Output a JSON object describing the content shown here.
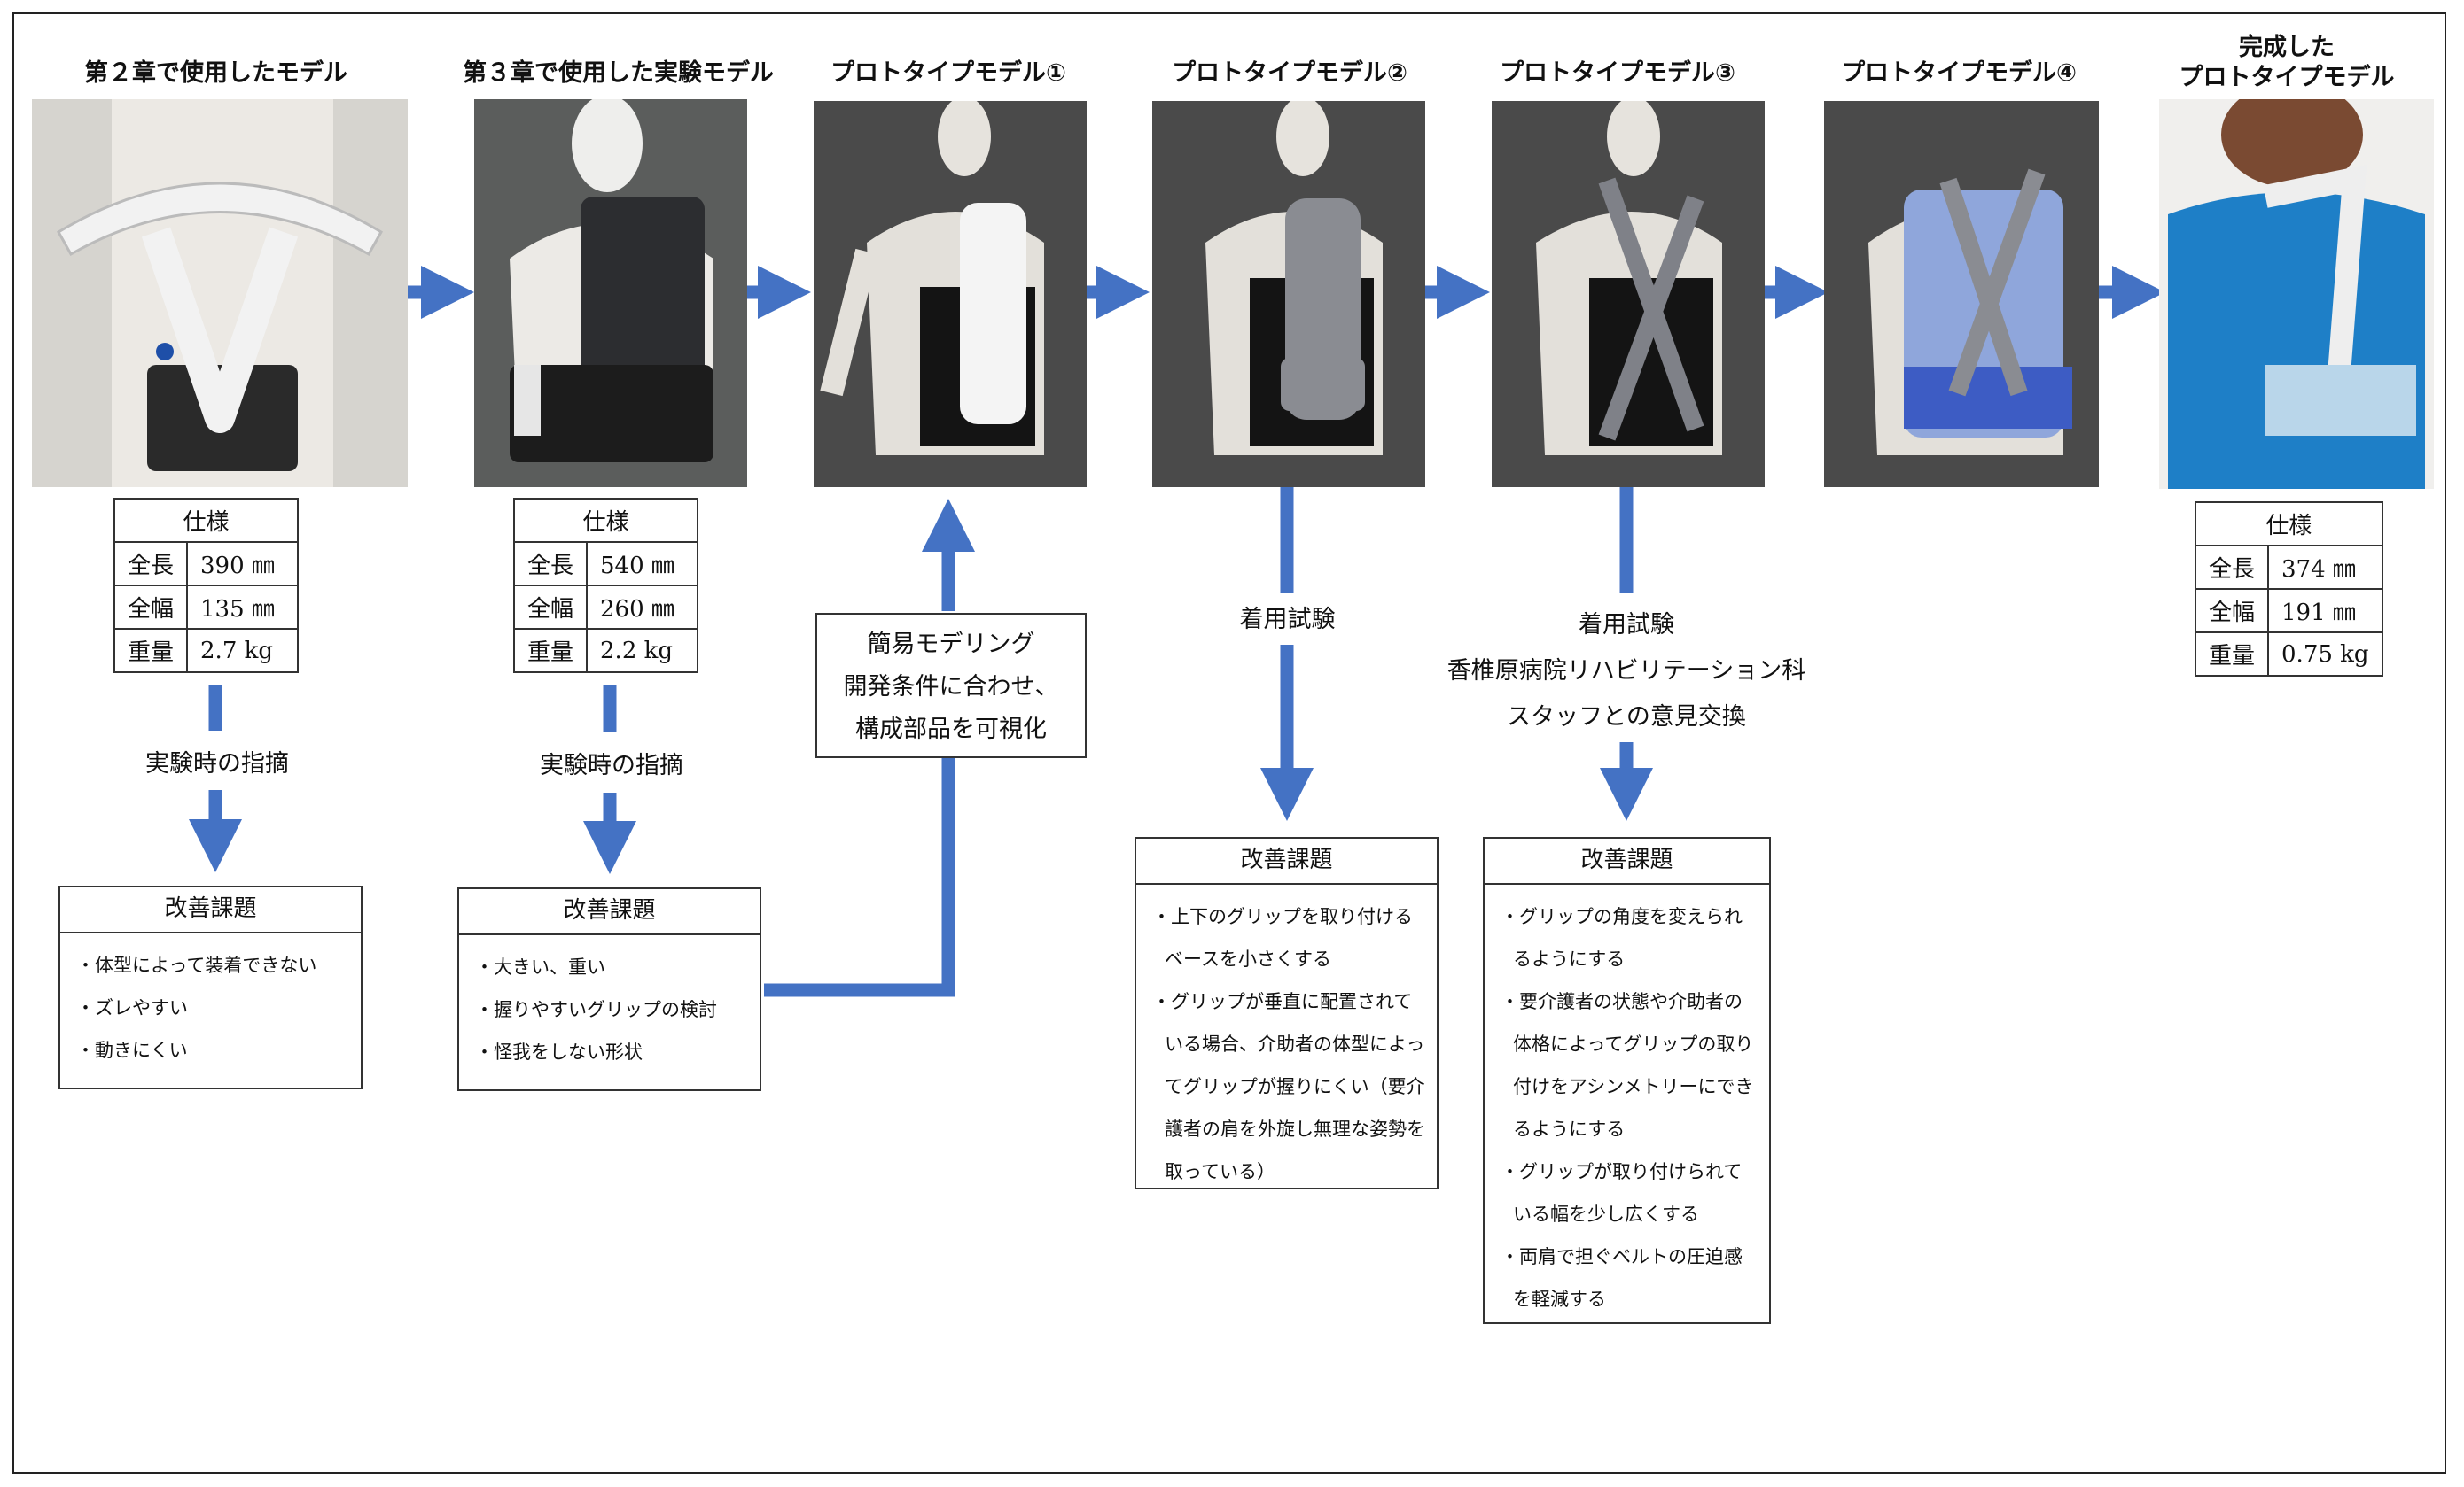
{
  "colors": {
    "arrow": "#4472c4",
    "border": "#333333"
  },
  "stages": [
    {
      "title": "第２章で使用したモデル",
      "photo": "white-exoskeleton-photo"
    },
    {
      "title": "第３章で使用した実験モデル",
      "photo": "black-mechanical-assist-photo"
    },
    {
      "title": "プロトタイプモデル①",
      "photo": "white-panel-prototype-photo"
    },
    {
      "title": "プロトタイプモデル②",
      "photo": "gray-grip-prototype-photo"
    },
    {
      "title": "プロトタイプモデル③",
      "photo": "gray-frame-prototype-photo"
    },
    {
      "title": "プロトタイプモデル④",
      "photo": "blue-harness-prototype-photo"
    },
    {
      "title_line1": "完成した",
      "title_line2": "プロトタイプモデル",
      "photo": "completed-prototype-photo"
    }
  ],
  "specs": [
    {
      "header": "仕様",
      "rows": [
        {
          "k": "全長",
          "v": "390 ㎜"
        },
        {
          "k": "全幅",
          "v": "135 ㎜"
        },
        {
          "k": "重量",
          "v": "2.7 kg"
        }
      ]
    },
    {
      "header": "仕様",
      "rows": [
        {
          "k": "全長",
          "v": "540 ㎜"
        },
        {
          "k": "全幅",
          "v": "260 ㎜"
        },
        {
          "k": "重量",
          "v": "2.2 kg"
        }
      ]
    },
    {
      "header": "仕様",
      "rows": [
        {
          "k": "全長",
          "v": "374 ㎜"
        },
        {
          "k": "全幅",
          "v": "191 ㎜"
        },
        {
          "k": "重量",
          "v": "0.75 kg"
        }
      ]
    }
  ],
  "labels": {
    "experiment_feedback": "実験時の指摘",
    "wear_test": "着用試験",
    "exchange_line1": "着用試験",
    "exchange_line2": "香椎原病院リハビリテーション科",
    "exchange_line3": "スタッフとの意見交換",
    "modeling_line1": "簡易モデリング",
    "modeling_line2": "開発条件に合わせ、",
    "modeling_line3": "構成部品を可視化"
  },
  "issues": [
    {
      "header": "改善課題",
      "items": [
        "・体型によって装着できない",
        "・ズレやすい",
        "・動きにくい"
      ]
    },
    {
      "header": "改善課題",
      "items": [
        "・大きい、重い",
        "・握りやすいグリップの検討",
        "・怪我をしない形状"
      ]
    },
    {
      "header": "改善課題",
      "items": [
        "・上下のグリップを取り付けるベースを小さくする",
        "・グリップが垂直に配置されている場合、介助者の体型によってグリップが握りにくい（要介護者の肩を外旋し無理な姿勢を取っている）"
      ]
    },
    {
      "header": "改善課題",
      "items": [
        "・グリップの角度を変えられるようにする",
        "・要介護者の状態や介助者の体格によってグリップの取り付けをアシンメトリーにできるようにする",
        "・グリップが取り付けられている幅を少し広くする",
        "・両肩で担ぐベルトの圧迫感を軽減する"
      ]
    }
  ]
}
